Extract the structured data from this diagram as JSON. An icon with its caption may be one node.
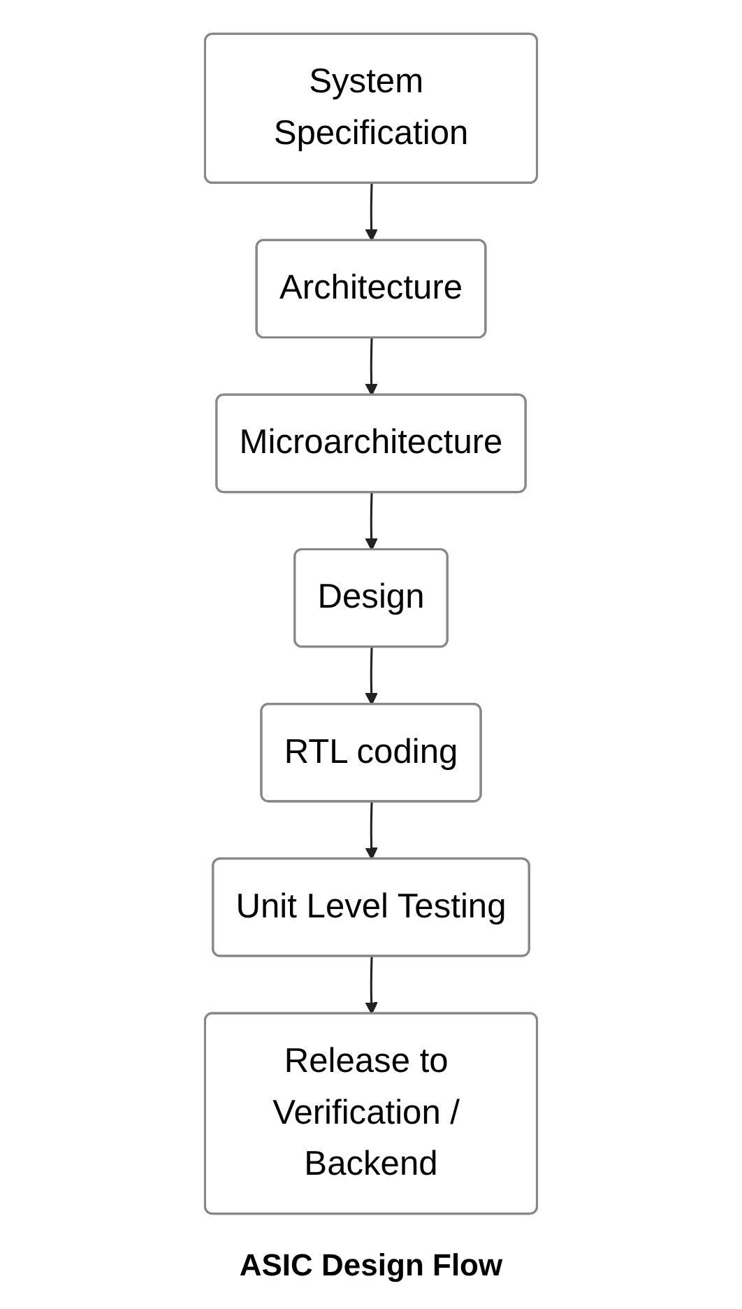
{
  "diagram": {
    "caption": "ASIC Design Flow",
    "nodes": [
      {
        "text": [
          "System Specification"
        ]
      },
      {
        "text": [
          "Architecture"
        ]
      },
      {
        "text": [
          "Microarchitecture"
        ]
      },
      {
        "text": [
          "Design"
        ]
      },
      {
        "text": [
          "RTL coding"
        ]
      },
      {
        "text": [
          "Unit Level Testing"
        ]
      },
      {
        "text": [
          "Release to Verification / Backend"
        ]
      }
    ],
    "edges": [
      {
        "from": 0,
        "to": 1,
        "arrow": "to"
      },
      {
        "from": 1,
        "to": 2,
        "arrow": "to"
      },
      {
        "from": 2,
        "to": 3,
        "arrow": "to"
      },
      {
        "from": 3,
        "to": 4,
        "arrow": "to"
      },
      {
        "from": 4,
        "to": 5,
        "arrow": "to"
      },
      {
        "from": 5,
        "to": 6,
        "arrow": "to"
      }
    ]
  }
}
